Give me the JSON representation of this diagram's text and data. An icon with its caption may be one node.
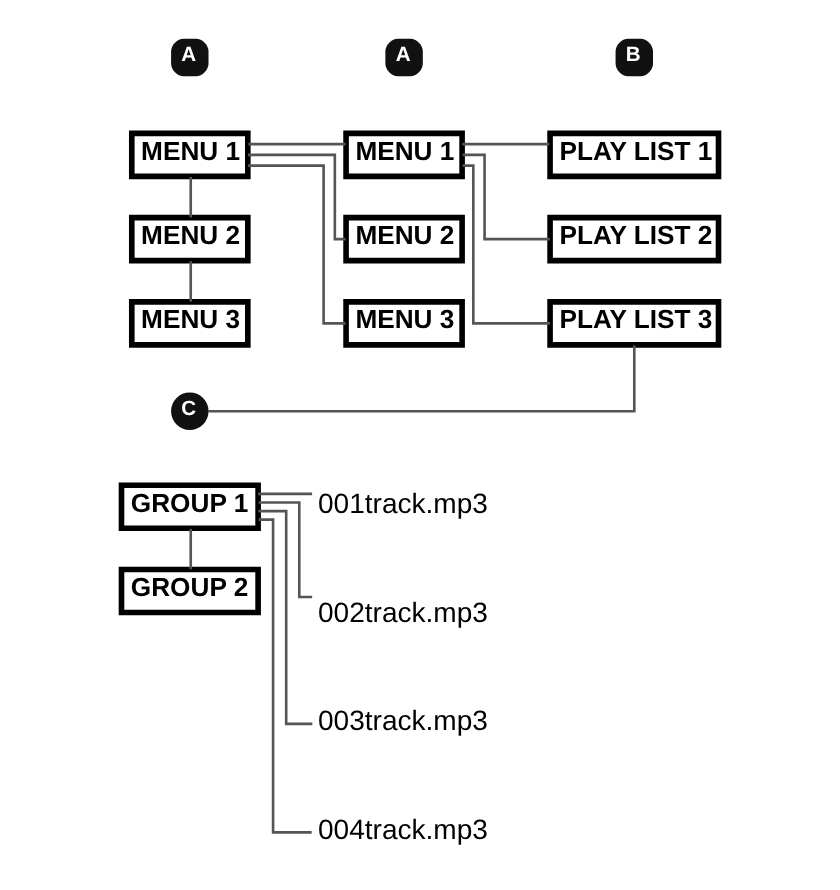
{
  "diagram": {
    "nodes": [
      {
        "text": [
          "MENU 1"
        ]
      },
      {
        "text": [
          "MENU 2"
        ]
      },
      {
        "text": [
          "MENU 3"
        ]
      },
      {
        "text": [
          "MENU 1"
        ]
      },
      {
        "text": [
          "MENU 2"
        ]
      },
      {
        "text": [
          "MENU 3"
        ]
      },
      {
        "text": [
          "PLAY LIST 1"
        ]
      },
      {
        "text": [
          "PLAY LIST 2"
        ]
      },
      {
        "text": [
          "PLAY LIST 3"
        ]
      },
      {
        "text": [
          "C"
        ]
      },
      {
        "text": [
          "GROUP 1"
        ]
      },
      {
        "text": [
          "GROUP 2"
        ]
      },
      {
        "text": [
          "001track.mp3"
        ]
      },
      {
        "text": [
          "002track.mp3"
        ]
      },
      {
        "text": [
          "003track.mp3"
        ]
      },
      {
        "text": [
          "004track.mp3"
        ]
      }
    ],
    "edges": [
      {
        "from": 0,
        "to": 1,
        "arrow": "none"
      },
      {
        "from": 1,
        "to": 2,
        "arrow": "none"
      },
      {
        "from": 0,
        "to": 3,
        "arrow": "none"
      },
      {
        "from": 0,
        "to": 4,
        "arrow": "none"
      },
      {
        "from": 0,
        "to": 5,
        "arrow": "none"
      },
      {
        "from": 3,
        "to": 6,
        "arrow": "none"
      },
      {
        "from": 3,
        "to": 7,
        "arrow": "none"
      },
      {
        "from": 3,
        "to": 8,
        "arrow": "none"
      },
      {
        "from": 8,
        "to": 9,
        "arrow": "none"
      },
      {
        "from": 10,
        "to": 11,
        "arrow": "none"
      },
      {
        "from": 10,
        "to": 12,
        "arrow": "none"
      },
      {
        "from": 10,
        "to": 13,
        "arrow": "none"
      },
      {
        "from": 10,
        "to": 14,
        "arrow": "none"
      },
      {
        "from": 10,
        "to": 15,
        "arrow": "none"
      }
    ],
    "labels": [
      "A",
      "A",
      "B"
    ]
  }
}
